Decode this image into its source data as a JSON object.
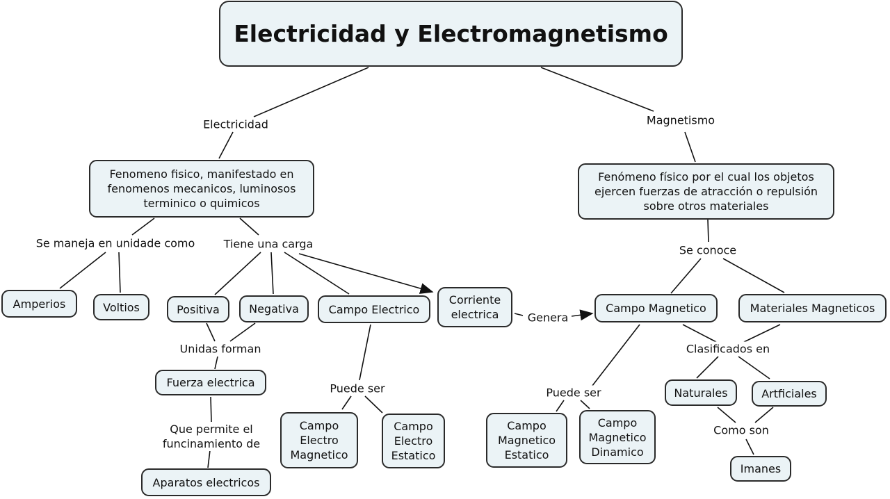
{
  "title": "Electricidad y Electromagnetismo",
  "nodes": {
    "fen_elec": "Fenomeno fisico, manifestado en\nfenomenos mecanicos, luminosos\nterminico o quimicos",
    "fen_mag": "Fenómeno físico por el cual los objetos\nejercen fuerzas de atracción o repulsión\nsobre otros materiales",
    "amperios": "Amperios",
    "voltios": "Voltios",
    "positiva": "Positiva",
    "negativa": "Negativa",
    "campo_electrico": "Campo Electrico",
    "corriente": "Corriente\nelectrica",
    "campo_magnetico": "Campo Magnetico",
    "materiales": "Materiales Magneticos",
    "fuerza": "Fuerza electrica",
    "aparatos": "Aparatos electricos",
    "ce_magnetico": "Campo\nElectro\nMagnetico",
    "ce_estatico": "Campo\nElectro\nEstatico",
    "cm_estatico": "Campo\nMagnetico\nEstatico",
    "cm_dinamico": "Campo\nMagnetico\nDinamico",
    "naturales": "Naturales",
    "artificiales": "Artficiales",
    "imanes": "Imanes"
  },
  "links": {
    "electricidad": "Electricidad",
    "magnetismo": "Magnetismo",
    "se_maneja": "Se maneja en unidade como",
    "tiene_carga": "Tiene una carga",
    "se_conoce": "Se conoce",
    "genera": "Genera",
    "unidas": "Unidas forman",
    "clasificados": "Clasificados en",
    "puede_ser_1": "Puede ser",
    "puede_ser_2": "Puede ser",
    "que_permite": "Que permite el\nfuncinamiento de",
    "como_son": "Como son"
  },
  "colors": {
    "node_fill": "#ebf3f6",
    "stroke": "#2a2a2a"
  }
}
